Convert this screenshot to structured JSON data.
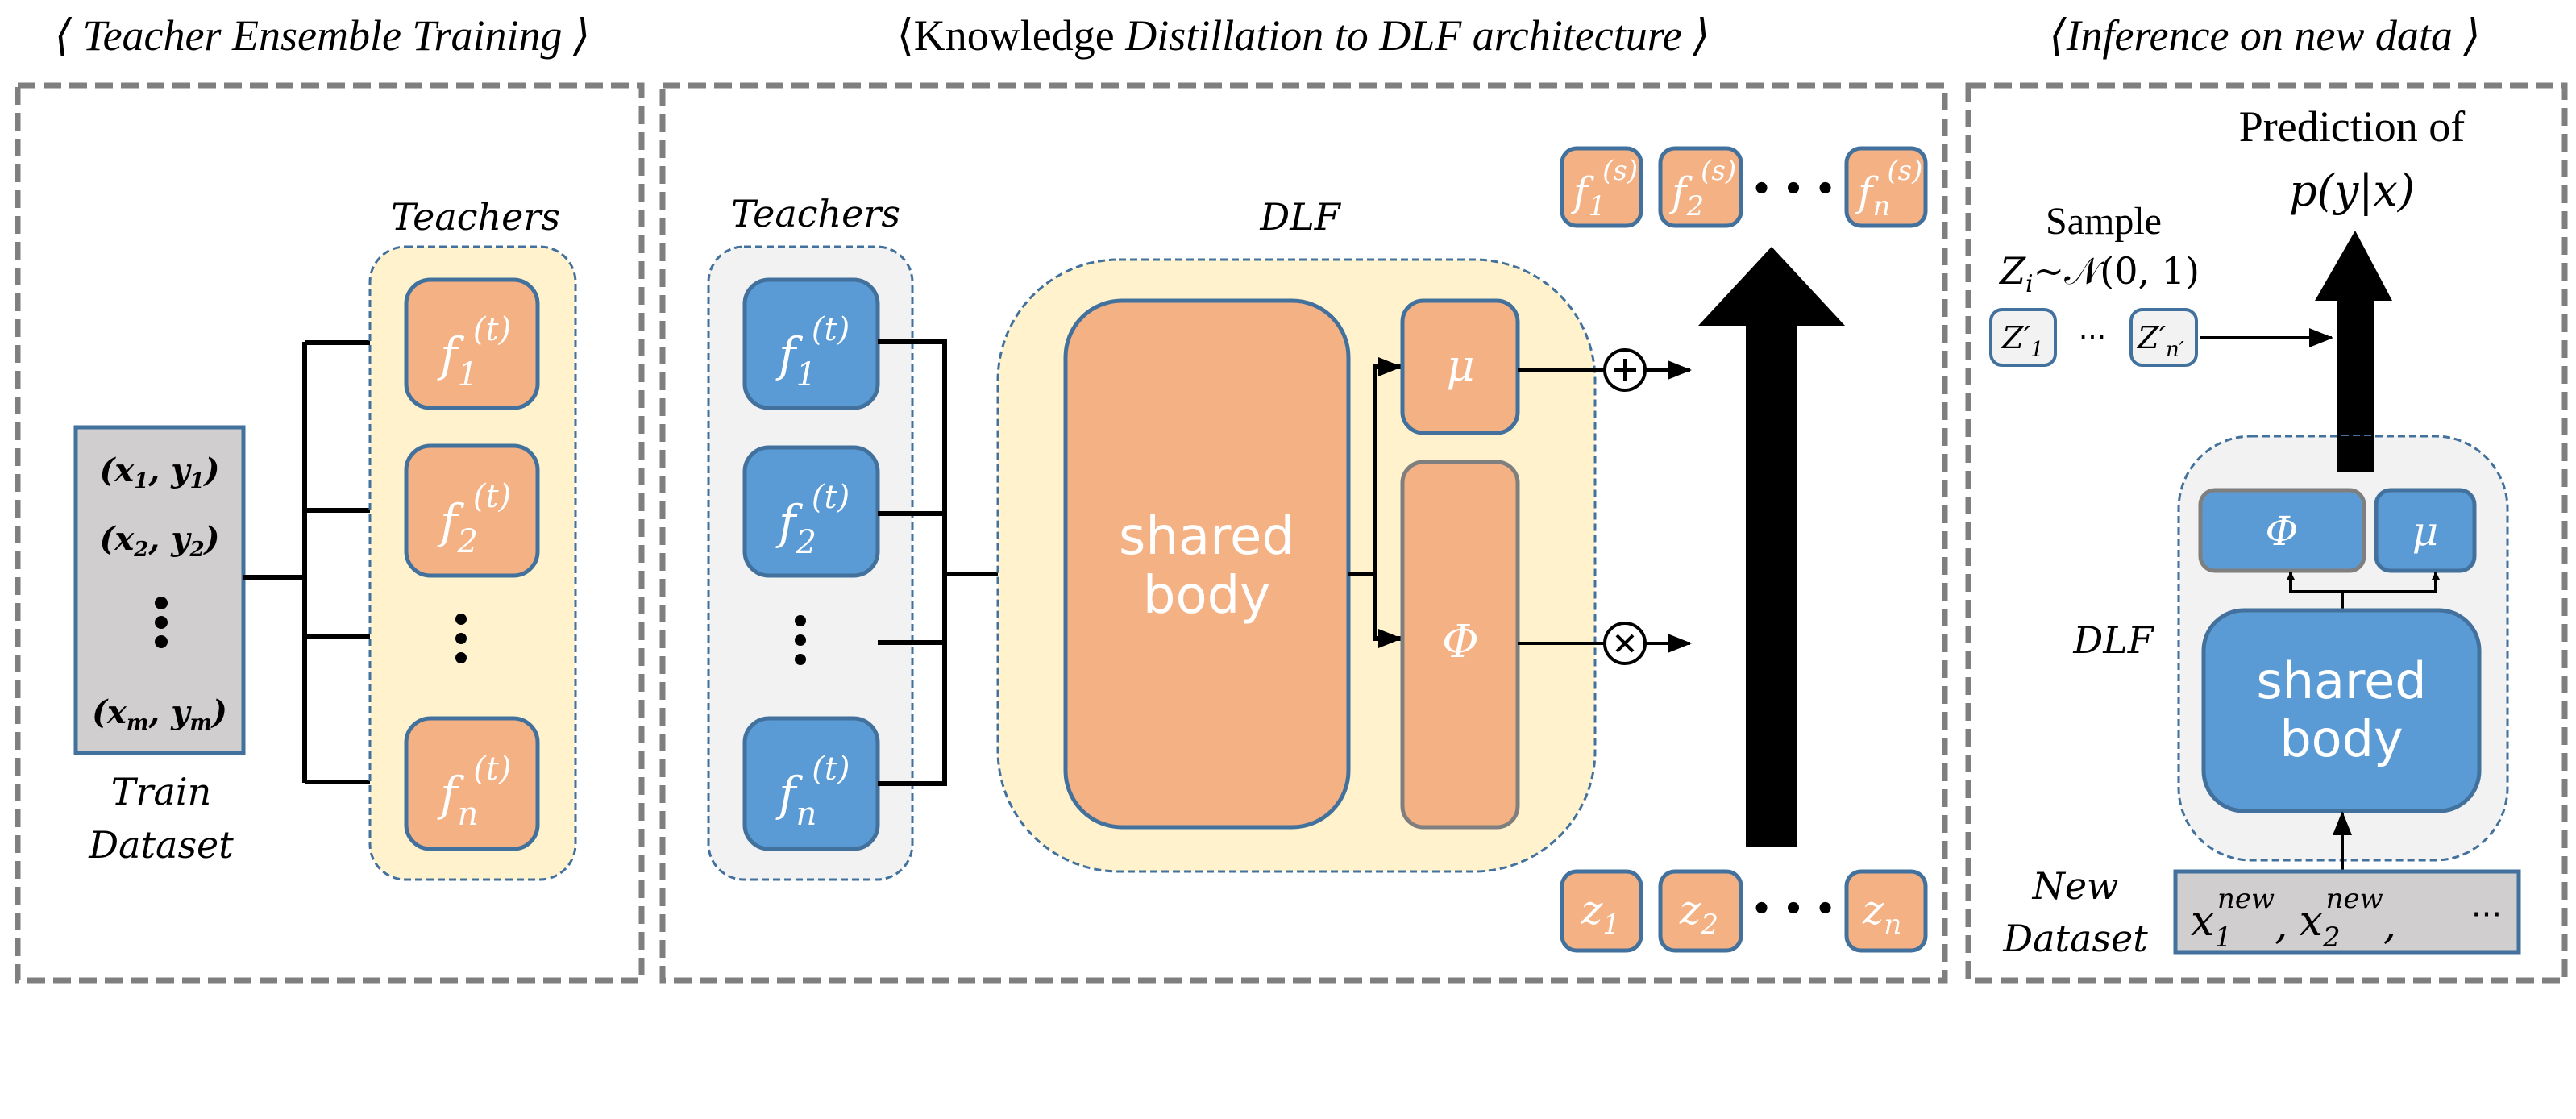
{
  "titles": {
    "left": "⟨ Teacher Ensemble Training ⟩",
    "middle_upright": "⟨Knowledge ",
    "middle_italic": "Distillation to DLF architecture ⟩",
    "right": "⟨Inference on new data ⟩"
  },
  "colors": {
    "orange_box": "#f4b183",
    "blue_box": "#5b9bd5",
    "yellow_group": "#fff2cc",
    "grey_group": "#f2f2f2",
    "dataset_box": "#d0cece",
    "panel_border": "#7f7f7f",
    "box_border": "#41719c"
  },
  "left_panel": {
    "dataset_rows": [
      {
        "x": "x",
        "y": "y",
        "sub": "1"
      },
      {
        "x": "x",
        "y": "y",
        "sub": "2"
      },
      {
        "x": "x",
        "y": "y",
        "sub": "m"
      }
    ],
    "dataset_label_line1": "Train",
    "dataset_label_line2": "Dataset",
    "teachers_label": "Teachers",
    "teachers": [
      {
        "base": "f",
        "sub": "1",
        "sup": "(t)"
      },
      {
        "base": "f",
        "sub": "2",
        "sup": "(t)"
      },
      {
        "base": "f",
        "sub": "n",
        "sup": "(t)"
      }
    ]
  },
  "middle_panel": {
    "teachers_label": "Teachers",
    "teachers": [
      {
        "base": "f",
        "sub": "1",
        "sup": "(t)"
      },
      {
        "base": "f",
        "sub": "2",
        "sup": "(t)"
      },
      {
        "base": "f",
        "sub": "n",
        "sup": "(t)"
      }
    ],
    "dlf_label": "DLF",
    "shared_body_line1": "shared",
    "shared_body_line2": "body",
    "mu_label": "μ",
    "phi_label": "Φ",
    "plus_symbol": "+",
    "times_symbol": "×",
    "students": [
      {
        "base": "f",
        "sub": "1",
        "sup": "(s)"
      },
      {
        "base": "f",
        "sub": "2",
        "sup": "(s)"
      },
      {
        "base": "f",
        "sub": "n",
        "sup": "(s)"
      }
    ],
    "ellipsis": "• • •",
    "latents": [
      {
        "base": "z",
        "sub": "1"
      },
      {
        "base": "z",
        "sub": "2"
      },
      {
        "base": "z",
        "sub": "n"
      }
    ]
  },
  "right_panel": {
    "prediction_line1": "Prediction of",
    "prediction_line2": "p(y|x)",
    "sample_line1": "Sample",
    "sample_line2_base": "Z",
    "sample_line2_rest": "~𝒩(0, 1)",
    "sample_sub": "i",
    "samples": [
      {
        "base": "Z′",
        "sub": "1"
      },
      {
        "base": "Z′",
        "sub": "n′"
      }
    ],
    "sample_ellipsis": "···",
    "dlf_label": "DLF",
    "phi_label": "Φ",
    "mu_label": "μ",
    "shared_body_line1": "shared",
    "shared_body_line2": "body",
    "new_dataset_line1": "New",
    "new_dataset_line2": "Dataset",
    "new_items": [
      {
        "base": "x",
        "sub": "1",
        "sup": "new"
      },
      {
        "base": "x",
        "sub": "2",
        "sup": "new"
      }
    ],
    "new_ellipsis": "···",
    "comma": ","
  }
}
